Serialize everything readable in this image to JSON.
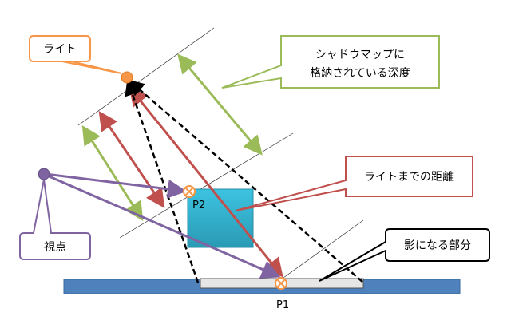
{
  "labels": {
    "light": "ライト",
    "shadow_map_depth_line1": "シャドウマップに",
    "shadow_map_depth_line2": "格納されている深度",
    "distance_to_light": "ライトまでの距離",
    "viewpoint": "視点",
    "shadowed_area": "影になる部分",
    "p1": "P1",
    "p2": "P2"
  },
  "colors": {
    "light": "#f79646",
    "depth": "#9bbb59",
    "distance": "#c0504d",
    "viewpoint": "#8064a2",
    "ground": "#4f81bd",
    "occluder": "#31b6d4",
    "marker": "#f79646"
  }
}
